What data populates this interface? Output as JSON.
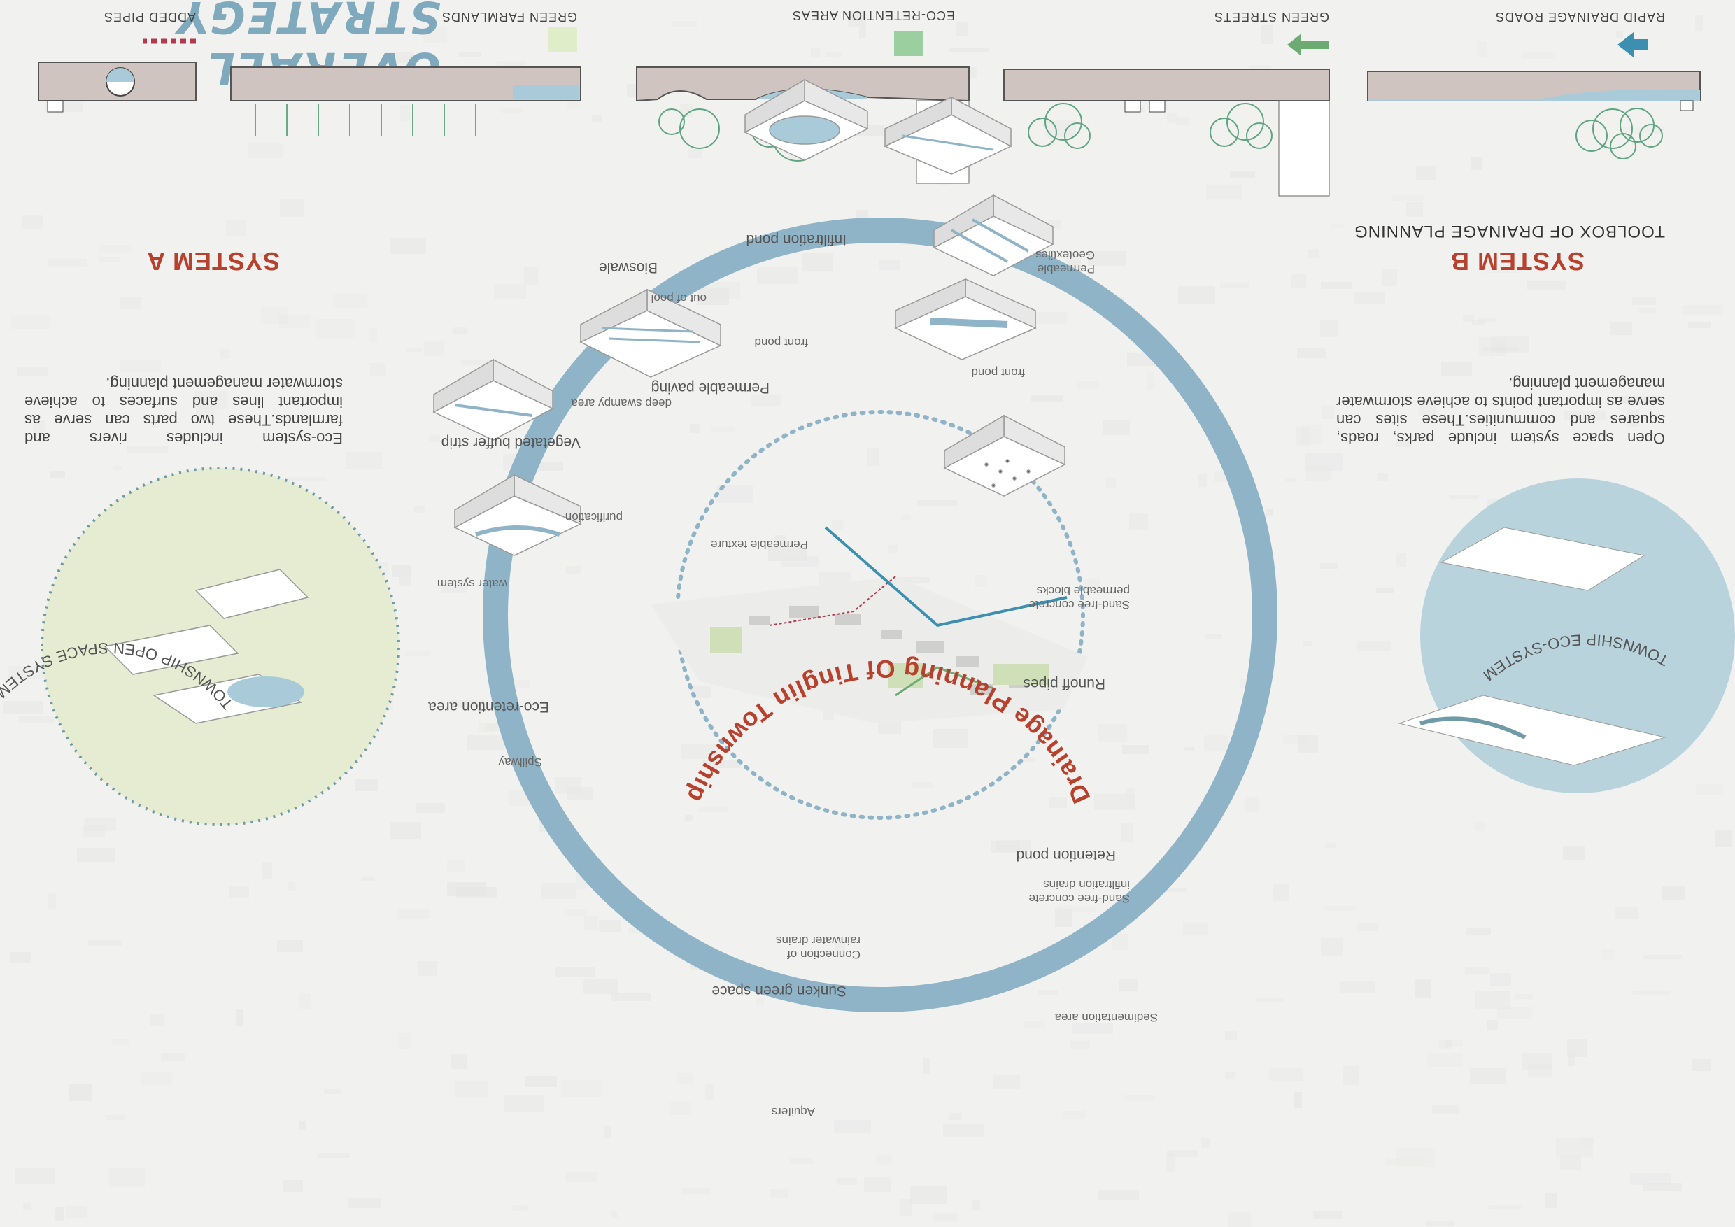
{
  "title": "OVERALL STRATEGY",
  "center": {
    "title": "Drainage Planning Of Tinglin Township"
  },
  "systems": {
    "a": {
      "label": "SYSTEM A",
      "circle_label": "TOWNSHIP OPEN SPACE SYSTEM",
      "text": "Open space system include parks, roads, squares and communities.These sites can serve as important points to achieve stormwater management planning."
    },
    "b": {
      "label": "SYSTEM B",
      "circle_label": "TOWNSHIP ECO-SYSTEM",
      "text": "Eco-system includes rivers and farmlands.These two parts can serve as important lines and surfaces to achieve stormwater management planning."
    }
  },
  "toolbox": {
    "heading": "TOOLBOX OF DRAINAGE PLANNING",
    "items": [
      {
        "label": "RAPID DRAINAGE ROADS",
        "legend_color": "#3d8fb0"
      },
      {
        "label": "GREEN STREETS",
        "legend_color": "#6cab72"
      },
      {
        "label": "ECO-RETENTION AREAS",
        "legend_color": "#9ccf9f"
      },
      {
        "label": "GREEN FARMLANDS",
        "legend_color": "#d9ebc4"
      },
      {
        "label": "ADDED PIPES",
        "legend_color": "#b33a4e"
      }
    ]
  },
  "ring_elements": {
    "permeable_paving": {
      "title": "Permeable paving",
      "notes": [
        "Permeable texture"
      ]
    },
    "runoff_pipes": {
      "title": "Runoff pipes",
      "notes": [
        "Sand-free concrete infiltration drains",
        "Sand-free concrete permeable blocks"
      ]
    },
    "retention_pond": {
      "title": "Retention pond",
      "notes": [
        "Sedimentation area"
      ]
    },
    "sunken_green_space": {
      "title": "Sunken green space",
      "notes": [
        "Connection of rainwater drains",
        "Aquifers"
      ]
    },
    "eco_retention_area": {
      "title": "Eco-retention area",
      "notes": [
        "Spillway"
      ]
    },
    "vegetated_buffer_strip": {
      "title": "Vegetated buffer strip",
      "notes": [
        "purification",
        "water system"
      ]
    },
    "bioswale": {
      "title": "Bioswale",
      "notes": [
        "out of pool",
        "front pond",
        "deep swampy area"
      ]
    },
    "infiltration_pond": {
      "title": "Infiltration pond",
      "notes": [
        "Permeable Geotextiles",
        "front pond"
      ]
    }
  },
  "colors": {
    "ring": "#8fb4c8",
    "water": "#a9cbd9",
    "accent_red": "#b7412c",
    "title_blue": "#7fa9bd",
    "open_space_green": "#dfe9c8"
  }
}
